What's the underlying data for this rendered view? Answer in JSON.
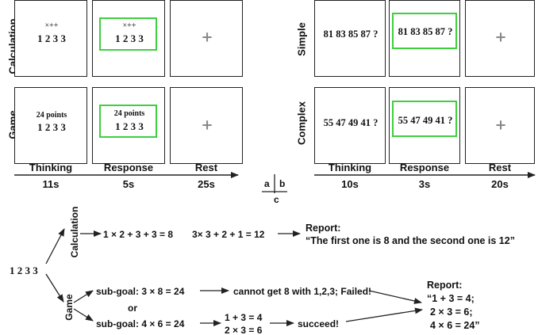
{
  "panel_a": {
    "row1_label": "Calculation",
    "row2_label": "Game",
    "calc_ops": "×++",
    "digits": "1 2 3 3",
    "game_goal": "24 points",
    "fixation": "+",
    "phases": [
      "Thinking",
      "Response",
      "Rest"
    ],
    "durations": [
      "11s",
      "5s",
      "25s"
    ]
  },
  "panel_b": {
    "row1_label": "Simple",
    "row2_label": "Complex",
    "simple_seq": "81 83 85 87 ?",
    "complex_seq": "55 47 49 41 ?",
    "fixation": "+",
    "phases": [
      "Thinking",
      "Response",
      "Rest"
    ],
    "durations": [
      "10s",
      "3s",
      "20s"
    ]
  },
  "legend": {
    "a": "a",
    "b": "b",
    "c": "c"
  },
  "panel_c": {
    "start": "1 2 3 3",
    "branch_calc": "Calculation",
    "branch_game": "Game",
    "calc_eq1": "1 × 2 + 3 + 3 = 8",
    "calc_eq2": "3× 3 + 2 + 1 = 12",
    "report_label": "Report:",
    "calc_report": "“The first one is 8 and the second one is 12”",
    "subgoal1": "sub-goal: 3 × 8 = 24",
    "fail_text": "cannot get 8 with 1,2,3; Failed!",
    "or_text": "or",
    "subgoal2": "sub-goal: 4 × 6 = 24",
    "eq_a": "1 + 3 = 4",
    "eq_b": "2 × 3 = 6",
    "succeed": "succeed!",
    "game_report": [
      "“1 + 3 = 4;",
      "2 × 3 = 6;",
      "4 × 6 = 24”"
    ]
  }
}
